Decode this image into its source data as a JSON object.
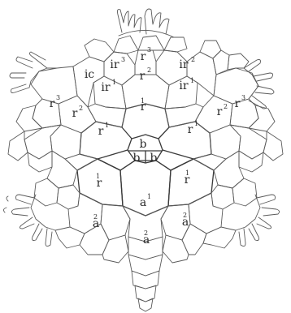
{
  "labels": {
    "ir_top_left": "ir",
    "ir_top_left_sup": "3",
    "ic": "ic",
    "r3_top": "r",
    "r3_top_sup": "3",
    "r_top_center": "r",
    "r_top_center_sup": "2",
    "ir2_top_right": "ir",
    "ir2_top_right_sup": "2",
    "ir1_left": "ir",
    "ir1_left_sup": "1",
    "ir1_right": "ir",
    "ir1_right_sup": "1",
    "r3_left": "r",
    "r3_left_sup": "3",
    "r3_right": "r",
    "r3_right_sup": "3",
    "r2_left": "r",
    "r2_left_sup": "2",
    "r2_right": "r",
    "r2_right_sup": "2",
    "r1_center_top": "r",
    "r1_center_top_sup": "1",
    "r1_left": "r",
    "r1_left_sup": "1",
    "r1_right": "r",
    "r1_right_sup": "1",
    "r1_lower_left": "r",
    "r1_lower_left_sup": "1",
    "r1_lower_right": "r",
    "r1_lower_right_sup": "1",
    "b_top": "b",
    "b_left": "b",
    "b_right": "b",
    "a1": "a",
    "a1_sup": "1",
    "a2_left": "a",
    "a2_left_sup": "2",
    "a2_center": "a",
    "a2_center_sup": "2",
    "a2_right": "a",
    "a2_right_sup": "2"
  }
}
